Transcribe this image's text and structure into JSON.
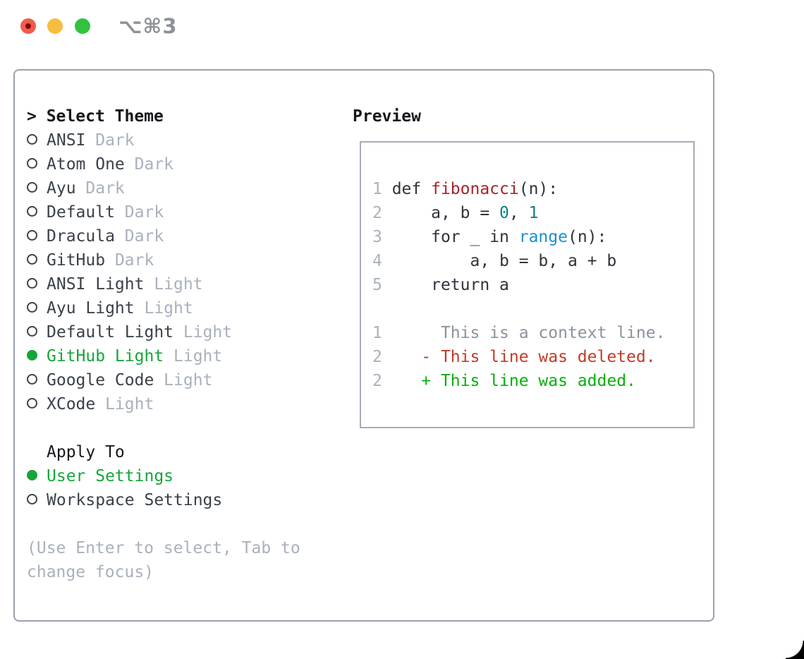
{
  "window": {
    "title": "⌥⌘3",
    "traffic_lights": [
      "close-icon",
      "minimize-icon",
      "zoom-icon"
    ]
  },
  "colors": {
    "accent_green": "#16a53a",
    "added_green": "#06b00c",
    "deleted_red": "#c33a28",
    "function_red": "#a8232b",
    "number_teal": "#0e7f87",
    "builtin_blue": "#1f8fd0",
    "context_gray": "#8b939c",
    "muted_gray": "#a9b1bc",
    "linenum_gray": "#a9b2bd",
    "text_dark": "#3a4149",
    "code_dark": "#2e343c",
    "header_black": "#15181c",
    "border_gray": "#9aa2ac",
    "traffic_red": "#f15b4e",
    "traffic_yellow": "#f7bd40",
    "traffic_green": "#31c23f"
  },
  "theme_picker": {
    "title_prefix": "> ",
    "title": "Select Theme",
    "items": [
      {
        "name": "ANSI",
        "variant": "Dark",
        "selected": false
      },
      {
        "name": "Atom One",
        "variant": "Dark",
        "selected": false
      },
      {
        "name": "Ayu",
        "variant": "Dark",
        "selected": false
      },
      {
        "name": "Default",
        "variant": "Dark",
        "selected": false
      },
      {
        "name": "Dracula",
        "variant": "Dark",
        "selected": false
      },
      {
        "name": "GitHub",
        "variant": "Dark",
        "selected": false
      },
      {
        "name": "ANSI Light",
        "variant": "Light",
        "selected": false
      },
      {
        "name": "Ayu Light",
        "variant": "Light",
        "selected": false
      },
      {
        "name": "Default Light",
        "variant": "Light",
        "selected": false
      },
      {
        "name": "GitHub Light",
        "variant": "Light",
        "selected": true
      },
      {
        "name": "Google Code",
        "variant": "Light",
        "selected": false
      },
      {
        "name": "XCode",
        "variant": "Light",
        "selected": false
      }
    ],
    "apply_to": {
      "title": "Apply To",
      "options": [
        {
          "label": "User Settings",
          "selected": true
        },
        {
          "label": "Workspace Settings",
          "selected": false
        }
      ]
    },
    "hint_lines": [
      "(Use Enter to select, Tab to",
      "change focus)"
    ]
  },
  "preview": {
    "title": "Preview",
    "lines": [
      {
        "num": "1",
        "tokens": [
          {
            "s": "code",
            "t": "def "
          },
          {
            "s": "func",
            "t": "fibonacci"
          },
          {
            "s": "code",
            "t": "(n):"
          }
        ]
      },
      {
        "num": "2",
        "tokens": [
          {
            "s": "code",
            "t": "    a, b = "
          },
          {
            "s": "num",
            "t": "0"
          },
          {
            "s": "code",
            "t": ", "
          },
          {
            "s": "num",
            "t": "1"
          }
        ]
      },
      {
        "num": "3",
        "tokens": [
          {
            "s": "code",
            "t": "    for _ in "
          },
          {
            "s": "call",
            "t": "range"
          },
          {
            "s": "code",
            "t": "(n):"
          }
        ]
      },
      {
        "num": "4",
        "tokens": [
          {
            "s": "code",
            "t": "        a, b = b, a + b"
          }
        ]
      },
      {
        "num": "5",
        "tokens": [
          {
            "s": "code",
            "t": "    return a"
          }
        ]
      },
      {
        "num": "",
        "tokens": []
      },
      {
        "num": "1",
        "tokens": [
          {
            "s": "context",
            "t": "     This is a context line."
          }
        ]
      },
      {
        "num": "2",
        "tokens": [
          {
            "s": "deleted",
            "t": "   - This line was deleted."
          }
        ]
      },
      {
        "num": "2",
        "tokens": [
          {
            "s": "added",
            "t": "   + This line was added."
          }
        ]
      }
    ]
  }
}
